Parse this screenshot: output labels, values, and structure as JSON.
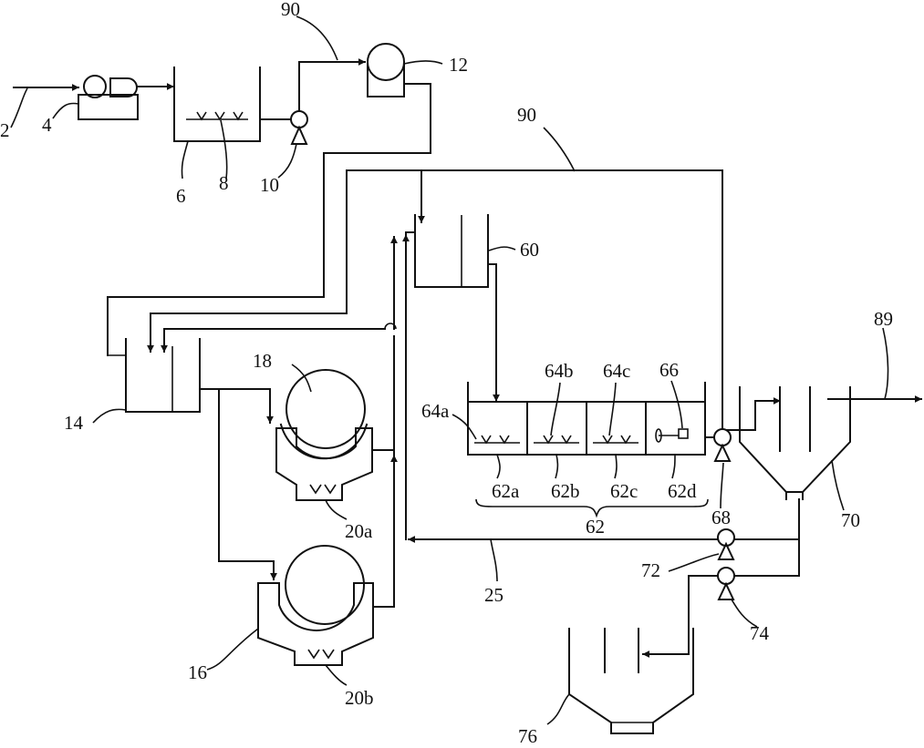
{
  "diagram": {
    "labels": {
      "l2": "2",
      "l4": "4",
      "l6": "6",
      "l8": "8",
      "l10": "10",
      "l12": "12",
      "l14": "14",
      "l16": "16",
      "l18": "18",
      "l20a": "20a",
      "l20b": "20b",
      "l25": "25",
      "l60": "60",
      "l62": "62",
      "l62a": "62a",
      "l62b": "62b",
      "l62c": "62c",
      "l62d": "62d",
      "l64a": "64a",
      "l64b": "64b",
      "l64c": "64c",
      "l66": "66",
      "l68": "68",
      "l70": "70",
      "l72": "72",
      "l74": "74",
      "l76": "76",
      "l89": "89",
      "l90a": "90",
      "l90b": "90"
    }
  }
}
